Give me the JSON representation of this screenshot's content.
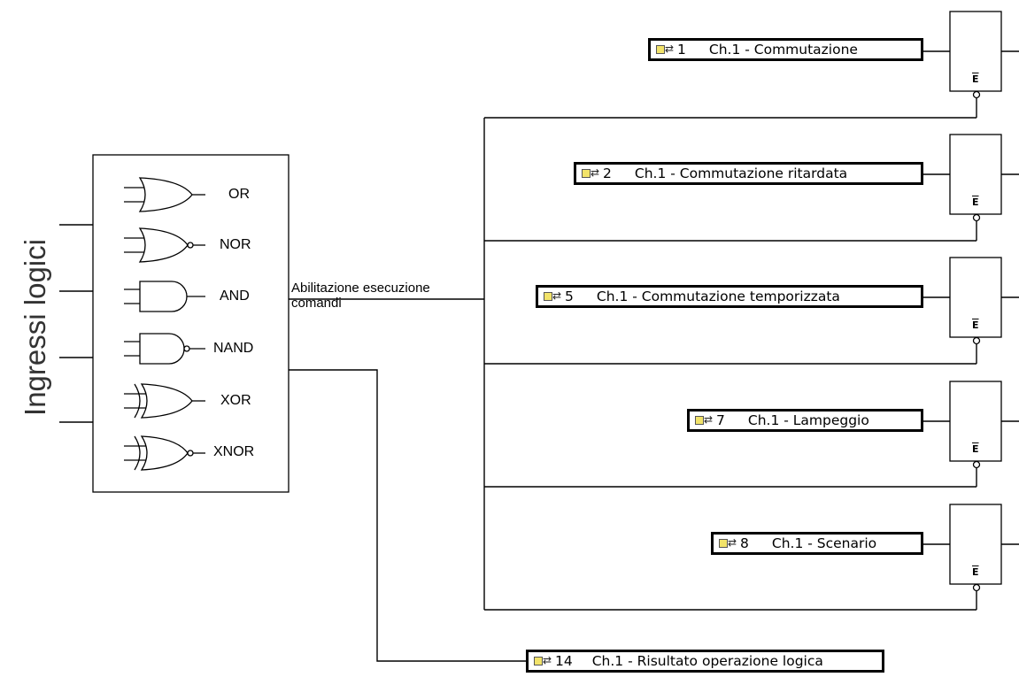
{
  "side_title": "Ingressi logici",
  "gates": [
    {
      "type": "OR",
      "label": "OR"
    },
    {
      "type": "NOR",
      "label": "NOR"
    },
    {
      "type": "AND",
      "label": "AND"
    },
    {
      "type": "NAND",
      "label": "NAND"
    },
    {
      "type": "XOR",
      "label": "XOR"
    },
    {
      "type": "XNOR",
      "label": "XNOR"
    }
  ],
  "enable_output": {
    "line1": "Abilitazione esecuzione",
    "line2": "comandi"
  },
  "enable_pin_label": "E",
  "channel_objects": [
    {
      "number": "1",
      "name": "Ch.1 - Commutazione",
      "icon": "object-arrows-icon"
    },
    {
      "number": "2",
      "name": "Ch.1 - Commutazione ritardata",
      "icon": "object-arrows-icon"
    },
    {
      "number": "5",
      "name": "Ch.1 - Commutazione temporizzata",
      "icon": "object-arrows-icon"
    },
    {
      "number": "7",
      "name": "Ch.1 - Lampeggio",
      "icon": "object-arrows-icon"
    },
    {
      "number": "8",
      "name": "Ch.1 - Scenario",
      "icon": "object-arrows-icon"
    }
  ],
  "result_object": {
    "number": "14",
    "name": "Ch.1 - Risultato operazione logica",
    "icon": "object-arrows-icon"
  },
  "colors": {
    "line": "#000000",
    "icon_fill": "#f2e36a",
    "title_text": "#333333"
  }
}
